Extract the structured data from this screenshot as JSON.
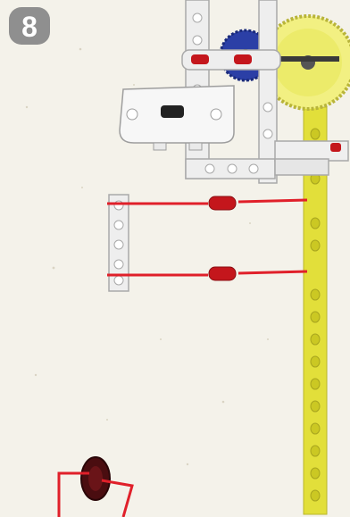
{
  "step": {
    "number": "8"
  },
  "colors": {
    "paper": "#f4f2ea",
    "badge": "#8f8f8f",
    "beam_yellow": "#e2df3a",
    "beam_white": "#eeeeee",
    "gear_yellow": "#f2f082",
    "gear_blue": "#2b3fa6",
    "pin_red": "#c4161c",
    "guide_red": "#e0202a",
    "tire_dark": "#4a0d10"
  },
  "icons": {
    "gear-icon": "yellow and blue gears",
    "motor-icon": "white motor housing",
    "pin-icon": "red connector pins",
    "tire-icon": "dark red rubber wheel"
  }
}
